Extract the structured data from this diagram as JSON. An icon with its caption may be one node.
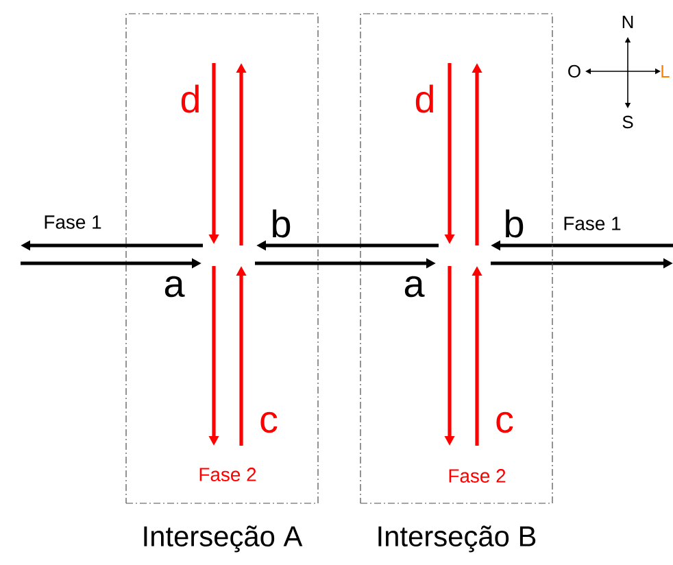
{
  "diagram": {
    "nodes": [
      {
        "text": [
          "Interseção A"
        ]
      },
      {
        "text": [
          "Interseção B"
        ]
      }
    ],
    "edges": [
      {
        "from": 1,
        "to": 0,
        "arrow": "to"
      },
      {
        "from": 0,
        "to": 1,
        "arrow": "to"
      }
    ],
    "labels": [
      "N",
      "d",
      "d",
      "O",
      "L",
      "S",
      "Fase 1",
      "b",
      "b",
      "Fase 1",
      "a",
      "a",
      "c",
      "c",
      "Fase 2",
      "Fase 2"
    ]
  }
}
